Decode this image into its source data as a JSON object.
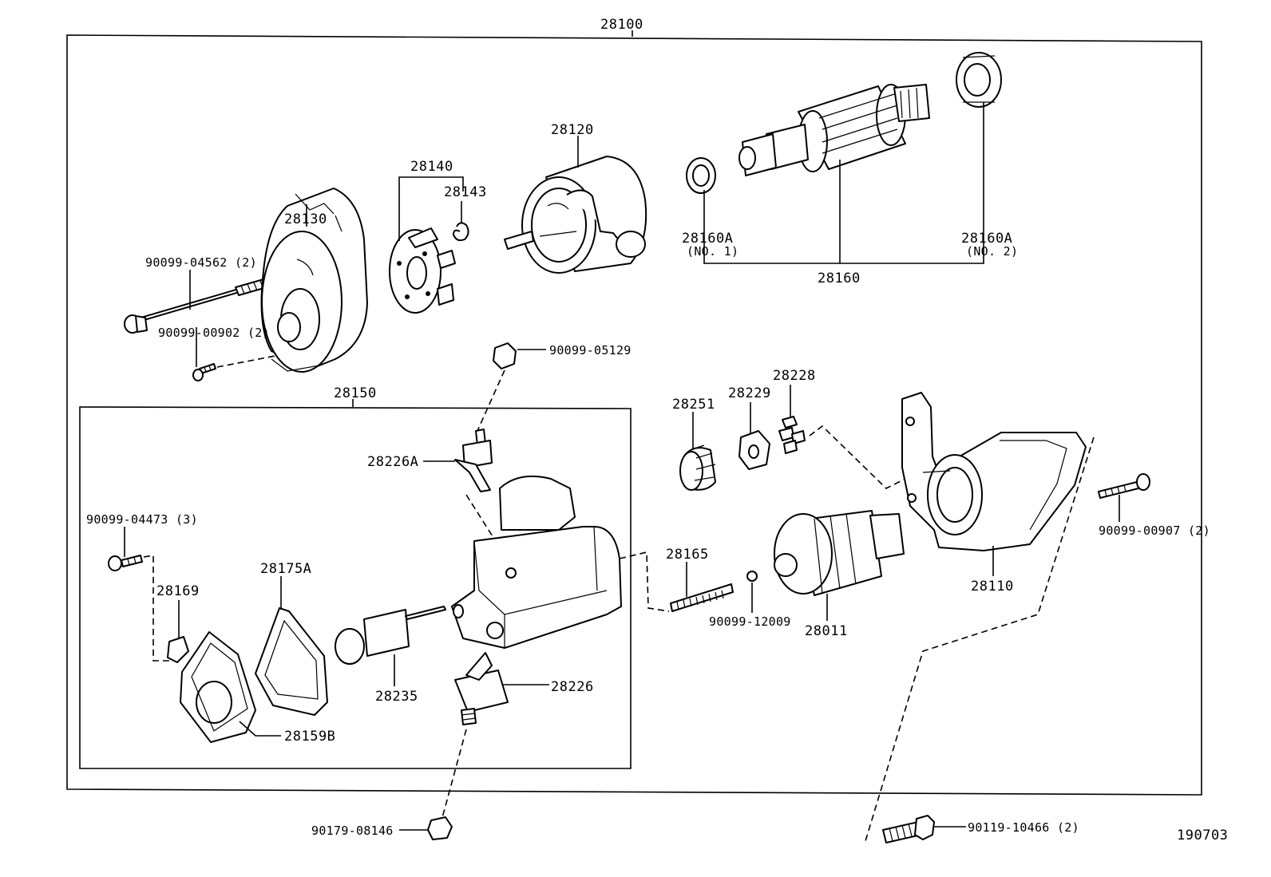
{
  "diagram": {
    "assembly_label": "28100",
    "sub_assembly_label": "28150",
    "figure_number": "190703",
    "parts": [
      {
        "id": "28130",
        "label": "28130"
      },
      {
        "id": "28140",
        "label": "28140"
      },
      {
        "id": "28143",
        "label": "28143"
      },
      {
        "id": "28120",
        "label": "28120"
      },
      {
        "id": "28160",
        "label": "28160"
      },
      {
        "id": "28160a-no1",
        "label": "28160A",
        "note": "(NO. 1)"
      },
      {
        "id": "28160a-no2",
        "label": "28160A",
        "note": "(NO. 2)"
      },
      {
        "id": "90099-04562",
        "label": "90099-04562 (2)"
      },
      {
        "id": "90099-00902",
        "label": "90099-00902 (2)"
      },
      {
        "id": "90099-05129",
        "label": "90099-05129"
      },
      {
        "id": "28226a",
        "label": "28226A"
      },
      {
        "id": "90099-04473",
        "label": "90099-04473 (3)"
      },
      {
        "id": "28169",
        "label": "28169"
      },
      {
        "id": "28175a",
        "label": "28175A"
      },
      {
        "id": "28159b",
        "label": "28159B"
      },
      {
        "id": "28235",
        "label": "28235"
      },
      {
        "id": "28226",
        "label": "28226"
      },
      {
        "id": "90179-08146",
        "label": "90179-08146"
      },
      {
        "id": "28251",
        "label": "28251"
      },
      {
        "id": "28229",
        "label": "28229"
      },
      {
        "id": "28228",
        "label": "28228"
      },
      {
        "id": "28165",
        "label": "28165"
      },
      {
        "id": "90099-12009",
        "label": "90099-12009"
      },
      {
        "id": "28011",
        "label": "28011"
      },
      {
        "id": "28110",
        "label": "28110"
      },
      {
        "id": "90099-00907",
        "label": "90099-00907 (2)"
      },
      {
        "id": "90119-10466",
        "label": "90119-10466 (2)"
      }
    ]
  }
}
